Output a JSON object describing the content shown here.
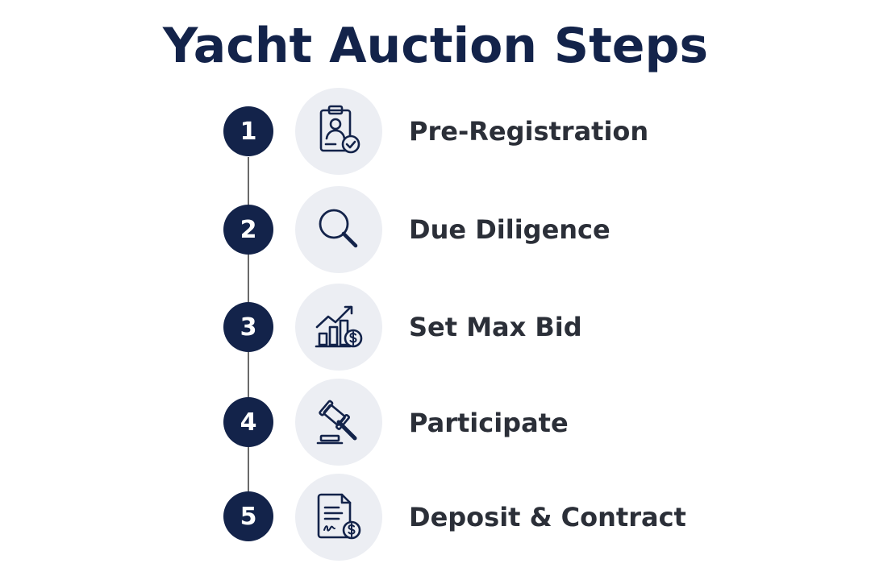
{
  "title": "Yacht Auction Steps",
  "colors": {
    "navy": "#13234a",
    "icon_bg": "#eceef3",
    "text": "#2b2f38",
    "connector": "#6a6a6a"
  },
  "steps": [
    {
      "number": "1",
      "label": "Pre-Registration",
      "icon": "clipboard-person-check-icon"
    },
    {
      "number": "2",
      "label": "Due Diligence",
      "icon": "magnifying-glass-icon"
    },
    {
      "number": "3",
      "label": "Set Max Bid",
      "icon": "bar-chart-dollar-icon"
    },
    {
      "number": "4",
      "label": "Participate",
      "icon": "gavel-icon"
    },
    {
      "number": "5",
      "label": "Deposit & Contract",
      "icon": "contract-dollar-icon"
    }
  ]
}
